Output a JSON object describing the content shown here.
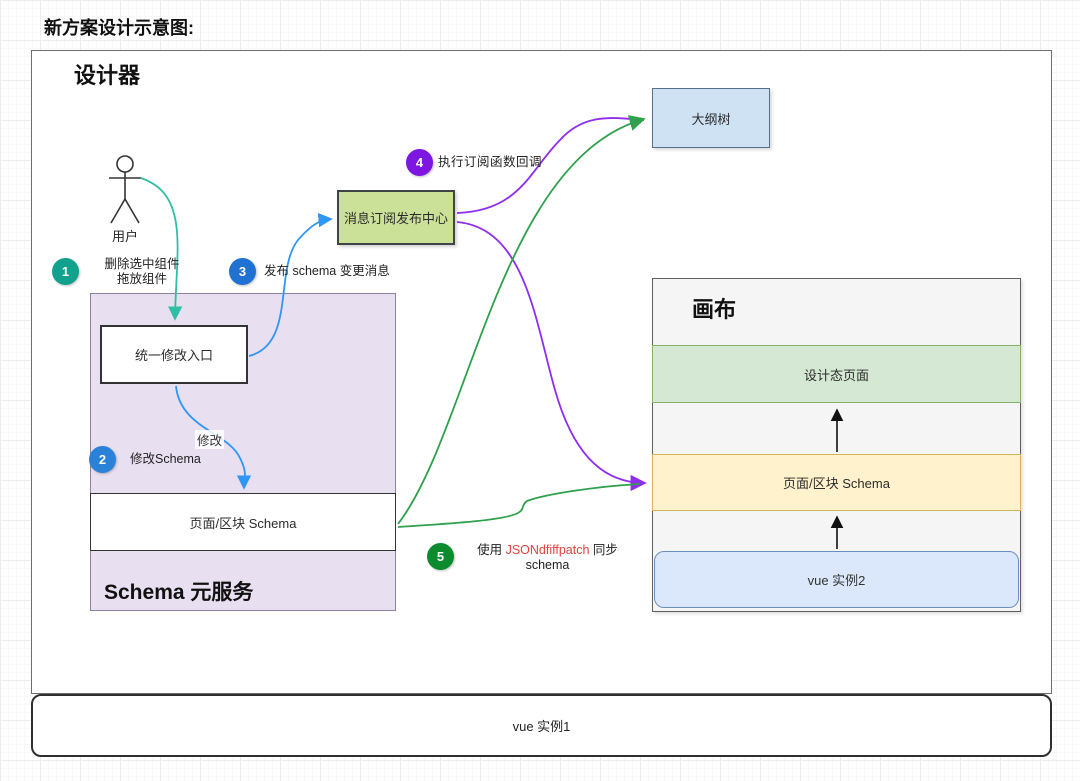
{
  "page": {
    "title": "新方案设计示意图:"
  },
  "designer": {
    "label": "设计器"
  },
  "actor": {
    "label": "用户"
  },
  "steps": [
    {
      "num": "1",
      "line1": "删除选中组件",
      "line2": "拖放组件",
      "color": "#12a18c"
    },
    {
      "num": "2",
      "label": "修改Schema",
      "color": "#2a82d8"
    },
    {
      "num": "3",
      "label": "发布 schema 变更消息",
      "color": "#1f72d2"
    },
    {
      "num": "4",
      "label": "执行订阅函数回调",
      "color": "#7c16e0"
    },
    {
      "num": "5",
      "prefix": "使用 ",
      "highlight": "JSONdfiffpatch",
      "suffix": " 同步",
      "line2": "schema",
      "color": "#0c8a2e"
    }
  ],
  "boxes": {
    "unified_entry": "统一修改入口",
    "page_schema": "页面/区块 Schema",
    "schema_service_label": "Schema 元服务",
    "message_center": "消息订阅发布中心",
    "outline_tree": "大纲树",
    "vue_instance1": "vue 实例1"
  },
  "canvas": {
    "title": "画布",
    "design_page": "设计态页面",
    "page_schema": "页面/区块 Schema",
    "vue_instance2": "vue 实例2"
  },
  "connections": {
    "modify_label": "修改"
  },
  "colors": {
    "highlight_red": "#e0443e",
    "arrow_teal": "#2fbfa4",
    "arrow_blue": "#2e96f5",
    "arrow_purple": "#8e2df0",
    "arrow_green": "#2fa04c",
    "arrow_black": "#111111"
  }
}
